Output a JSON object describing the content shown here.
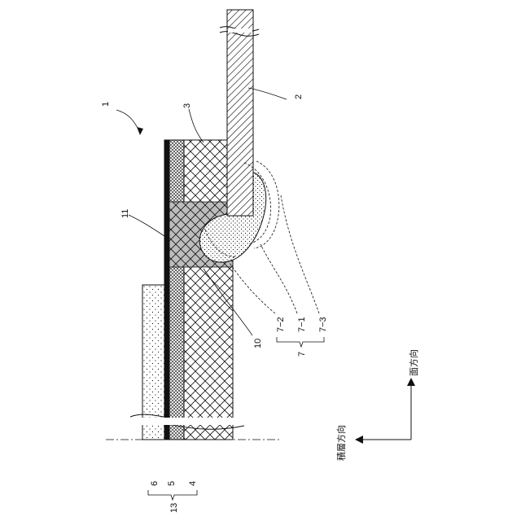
{
  "figure": {
    "colors": {
      "line": "#111111",
      "background": "#ffffff",
      "shade": "#bdbdbd"
    },
    "labels": {
      "l1": "1",
      "l2": "2",
      "l3": "3",
      "l4": "4",
      "l5": "5",
      "l6": "6",
      "l7": "7",
      "l7_1": "7−1",
      "l7_2": "7−2",
      "l7_3": "7−3",
      "l10": "10",
      "l11": "11",
      "l13": "13"
    },
    "directions": {
      "stacking": "積層方向",
      "planar": "面方向"
    }
  }
}
